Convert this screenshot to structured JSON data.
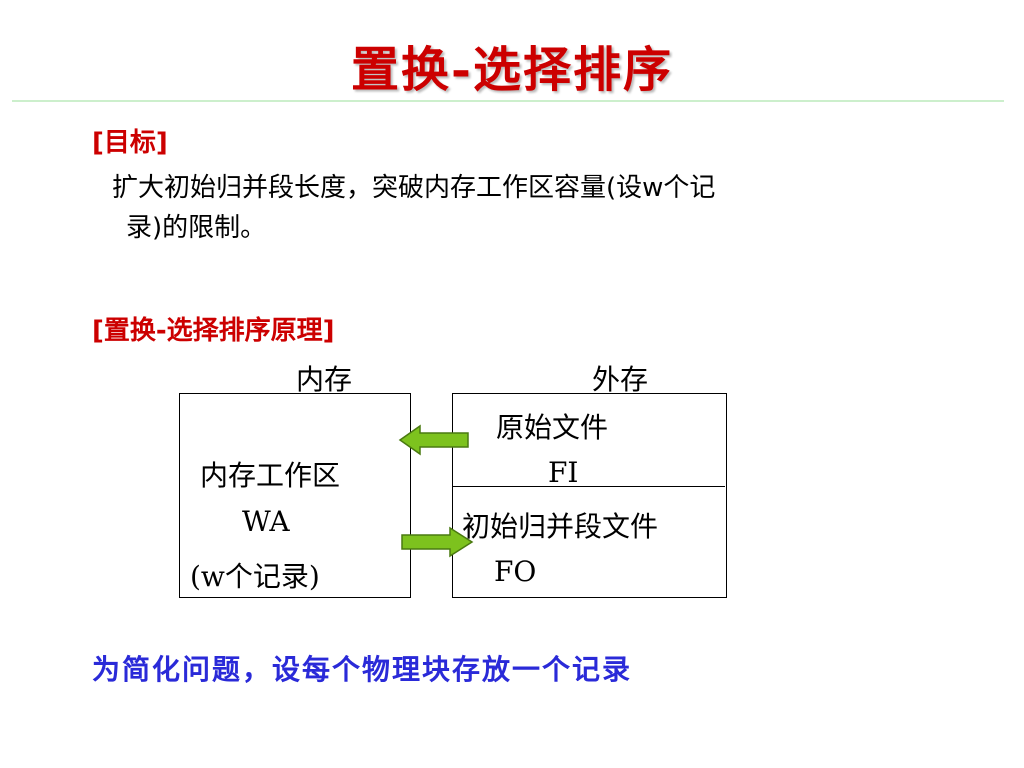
{
  "slide": {
    "title": "置换-选择排序"
  },
  "goal": {
    "heading": "[目标]",
    "line1": "扩大初始归并段长度，突破内存工作区容量(设w个记",
    "line2": "录)的限制。"
  },
  "principle": {
    "heading": "[置换-选择排序原理]"
  },
  "diagram": {
    "memory_label": "内存",
    "external_label": "外存",
    "wa_line1": "内存工作区",
    "wa_line2": "WA",
    "wa_line3": "(w个记录)",
    "fi_line1": "原始文件",
    "fi_line2": "FI",
    "fo_line1": "初始归并段文件",
    "fo_line2": "FO",
    "arrow_color": "#7dc21e",
    "arrow_outline": "#4a7a10"
  },
  "note": {
    "text": "为简化问题，设每个物理块存放一个记录"
  },
  "colors": {
    "title": "#cc0000",
    "heading": "#cc0000",
    "note": "#2a2ad8",
    "rule": "#ccefcc"
  }
}
